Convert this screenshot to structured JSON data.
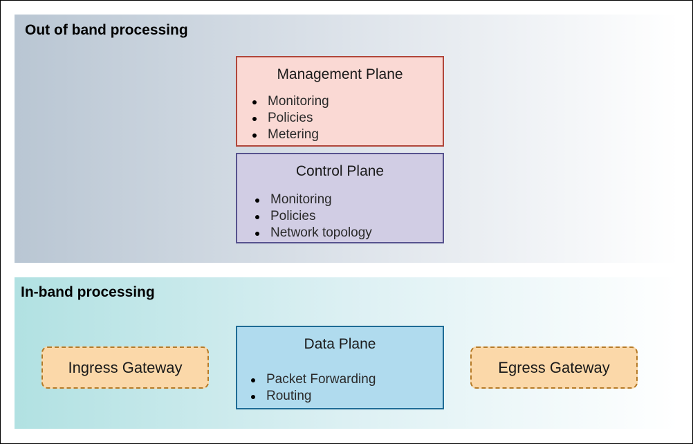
{
  "out_of_band": {
    "title": "Out of band processing",
    "management_plane": {
      "title": "Management Plane",
      "items": [
        "Monitoring",
        "Policies",
        "Metering"
      ]
    },
    "control_plane": {
      "title": "Control Plane",
      "items": [
        "Monitoring",
        "Policies",
        "Network topology"
      ]
    }
  },
  "in_band": {
    "title": "In-band processing",
    "data_plane": {
      "title": "Data Plane",
      "items": [
        "Packet Forwarding",
        "Routing"
      ]
    },
    "ingress_gateway": "Ingress Gateway",
    "egress_gateway": "Egress Gateway"
  },
  "colors": {
    "management_fill": "#fad9d4",
    "management_border": "#b0463a",
    "control_fill": "#d1cde4",
    "control_border": "#56528e",
    "data_fill": "#b0dbee",
    "data_border": "#1e6b95",
    "gateway_fill": "#fbd8a9",
    "gateway_border": "#b67a26"
  }
}
